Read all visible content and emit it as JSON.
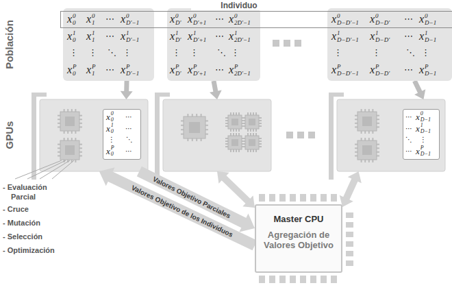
{
  "diagram": {
    "nodes": [
      {
        "text": [
          "Individuo"
        ]
      },
      {
        "text": [
          "x",
          "0",
          "0",
          "x",
          "1",
          "0",
          "⋯",
          "x",
          "D′−1",
          "0",
          "x",
          "0",
          "1",
          "x",
          "1",
          "1",
          "⋯",
          "x",
          "D′−1",
          "1",
          "⋮",
          "⋮",
          "⋱",
          "⋮",
          "x",
          "0",
          "P",
          "x",
          "1",
          "P",
          "⋯",
          "x",
          "D′−1",
          "P"
        ]
      },
      {
        "text": [
          "x",
          "D′",
          "0",
          "x",
          "D′+1",
          "0",
          "⋯",
          "x",
          "2D′−1",
          "0",
          "x",
          "D′",
          "1",
          "x",
          "D′+1",
          "1",
          "⋯",
          "x",
          "2D′−1",
          "1",
          "⋮",
          "⋮",
          "⋱",
          "⋮",
          "x",
          "D′",
          "P",
          "x",
          "D′+1",
          "P",
          "⋯",
          "x",
          "2D′−1",
          "P"
        ]
      },
      {
        "text": [
          "x",
          "D−D′−1",
          "0",
          "x",
          "D−D′",
          "0",
          "⋯",
          "x",
          "D−1",
          "0",
          "x",
          "D−D′−1",
          "1",
          "x",
          "D−D′",
          "1",
          "⋯",
          "x",
          "D−1",
          "1",
          "⋮",
          "⋮",
          "⋱",
          "⋮",
          "x",
          "D−D′−1",
          "P",
          "x",
          "D−D′",
          "P",
          "⋯",
          "x",
          "D−1",
          "P"
        ]
      },
      {
        "text": [
          "x",
          "0",
          "0",
          "⋯",
          "x",
          "0",
          "1",
          "⋯",
          "⋮",
          "⋱",
          "x",
          "0",
          "P",
          "⋯"
        ]
      },
      {
        "text": []
      },
      {
        "text": [
          "⋯",
          "x",
          "D−1",
          "0",
          "⋯",
          "x",
          "D−1",
          "1",
          "⋱",
          "⋮",
          "⋯",
          "x",
          "D−1",
          "P"
        ]
      },
      {
        "text": [
          "Master CPU",
          "Agregación de Valores Objetivo"
        ]
      }
    ],
    "edges": [
      {
        "from": 1,
        "to": 4,
        "arrow": "to"
      },
      {
        "from": 2,
        "to": 5,
        "arrow": "to"
      },
      {
        "from": 3,
        "to": 6,
        "arrow": "to"
      },
      {
        "from": 4,
        "to": 7,
        "label": "Valores Objetivo Parciales",
        "arrow": "to"
      },
      {
        "from": 7,
        "to": 4,
        "label": "Valores Objetivo de los Individuos",
        "arrow": "to"
      },
      {
        "from": 5,
        "to": 7,
        "arrow": "both"
      },
      {
        "from": 6,
        "to": 7,
        "arrow": "both"
      }
    ],
    "labels": [
      "Población",
      "GPUs",
      "- Evaluación Parcial",
      "- Cruce",
      "- Mutación",
      "- Selección",
      "- Optimización"
    ]
  }
}
